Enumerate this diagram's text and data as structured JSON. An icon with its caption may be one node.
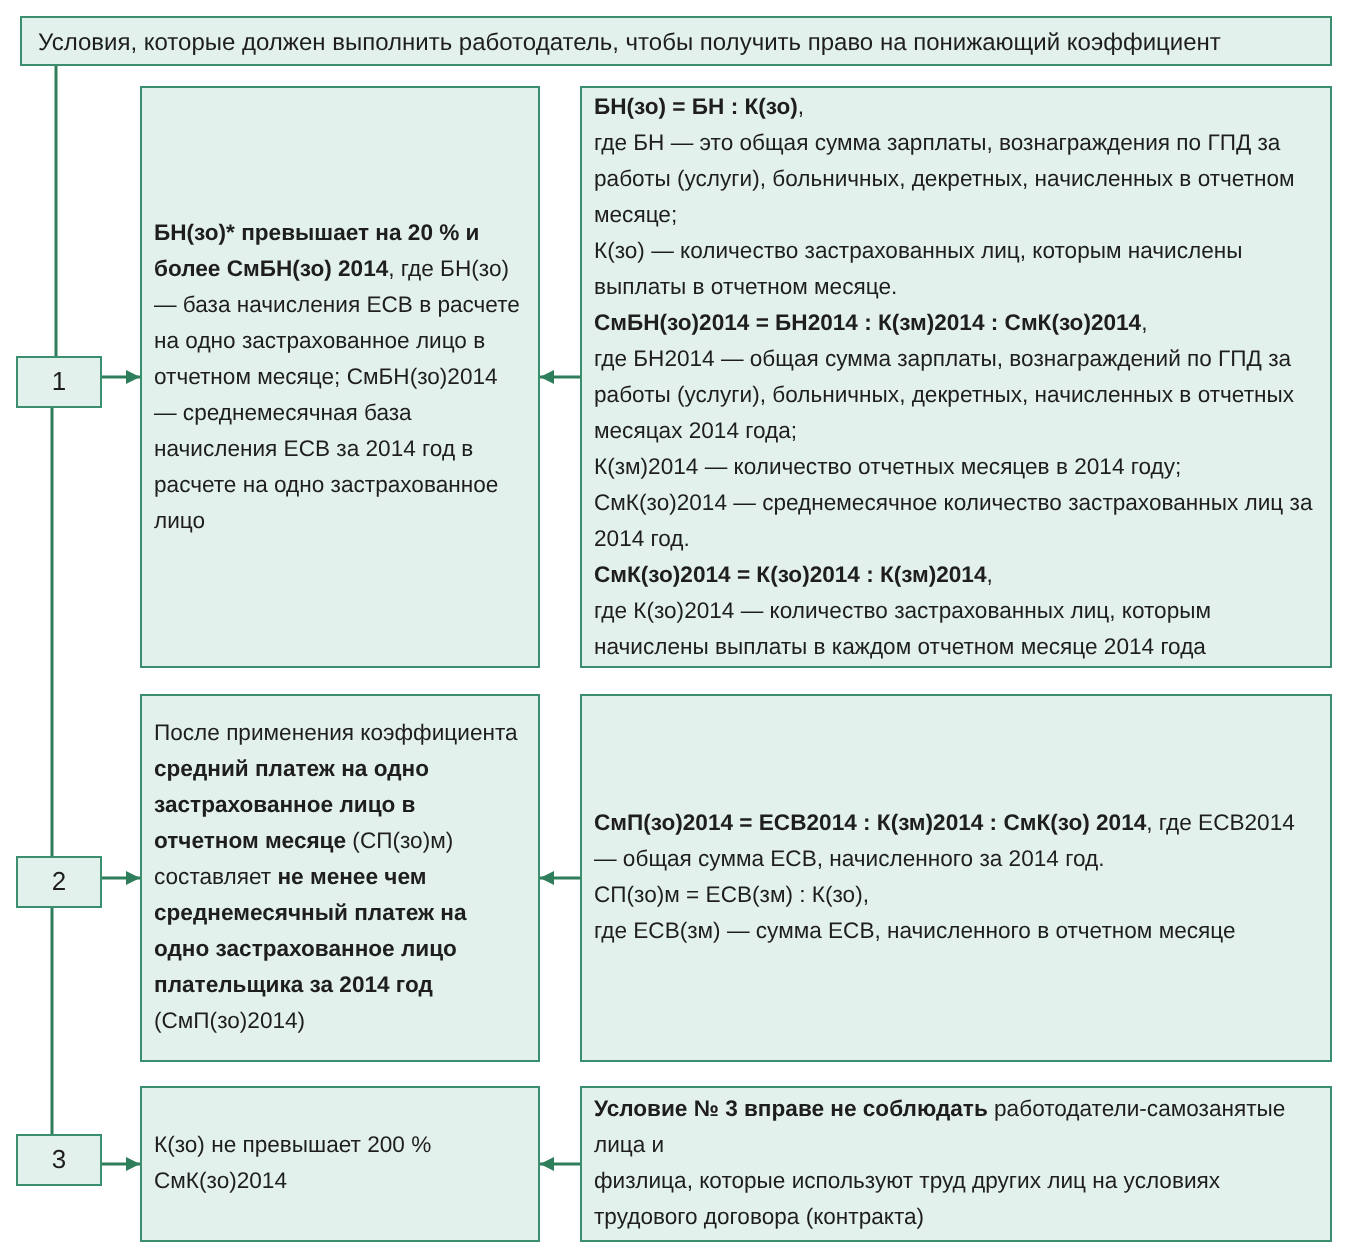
{
  "diagram": {
    "nodes": [
      {
        "text": [
          "Условия, которые должен выполнить работодатель, чтобы получить право на понижающий коэффициент"
        ]
      },
      {
        "text": [
          "1"
        ]
      },
      {
        "text": [
          "**БН(зо)* превышает на 20 % и более СмБН(зо) 2014**, где БН(зо) — база начисления ЕСВ в расчете на одно застрахованное лицо в отчетном месяце; СмБН(зо)2014 — среднемесячная база начисления ЕСВ за 2014 год в расчете на одно застрахованное лицо"
        ]
      },
      {
        "text": [
          "**БН(зо) = БН : К(зо)**,",
          "где БН — это общая сумма зарплаты, вознаграждения по ГПД за работы (услуги), больничных, декретных, начисленных в отчетном месяце;",
          "К(зо) — количество застрахованных лиц, которым начислены выплаты в отчетном месяце.",
          "**СмБН(зо)2014 = БН2014 : К(зм)2014 : СмК(зо)2014**,",
          "где БН2014 — общая сумма зарплаты, вознаграждений по ГПД за работы (услуги), больничных, декретных, начисленных в отчетных месяцах 2014 года;",
          "К(зм)2014 — количество отчетных месяцев в 2014 году;",
          "СмК(зо)2014 — среднемесячное количество застрахованных лиц за 2014 год.",
          "**СмК(зо)2014 = К(зо)2014 : К(зм)2014**,",
          "где К(зо)2014 — количество застрахованных лиц, которым начислены выплаты в каждом отчетном месяце 2014 года"
        ]
      },
      {
        "text": [
          "2"
        ]
      },
      {
        "text": [
          "После применения коэффициента **средний платеж на одно застрахованное лицо в отчетном месяце** (СП(зо)м) составляет **не менее чем среднемесячный платеж на одно застрахованное лицо плательщика за 2014 год** (СмП(зо)2014)"
        ]
      },
      {
        "text": [
          "**СмП(зо)2014 = ЕСВ2014 : К(зм)2014 : СмК(зо) 2014**, где ЕСВ2014 — общая сумма ЕСВ, начисленного за 2014 год.",
          "СП(зо)м = ЕСВ(зм) : К(зо),",
          "где ЕСВ(зм) — сумма ЕСВ, начисленного в отчетном месяце"
        ]
      },
      {
        "text": [
          "3"
        ]
      },
      {
        "text": [
          "К(зо) не превышает 200 % СмК(зо)2014"
        ]
      },
      {
        "text": [
          "**Условие № 3 вправе не соблюдать** работодатели-самозанятые лица и",
          "физлица, которые используют труд других лиц на условиях трудового договора (контракта)"
        ]
      }
    ],
    "edges": [
      {
        "from": 0,
        "to": 1,
        "arrow": "none"
      },
      {
        "from": 1,
        "to": 4,
        "arrow": "none"
      },
      {
        "from": 4,
        "to": 7,
        "arrow": "none"
      },
      {
        "from": 1,
        "to": 2,
        "arrow": "to"
      },
      {
        "from": 3,
        "to": 2,
        "arrow": "to"
      },
      {
        "from": 4,
        "to": 5,
        "arrow": "to"
      },
      {
        "from": 6,
        "to": 5,
        "arrow": "to"
      },
      {
        "from": 7,
        "to": 8,
        "arrow": "to"
      },
      {
        "from": 9,
        "to": 8,
        "arrow": "to"
      }
    ]
  }
}
